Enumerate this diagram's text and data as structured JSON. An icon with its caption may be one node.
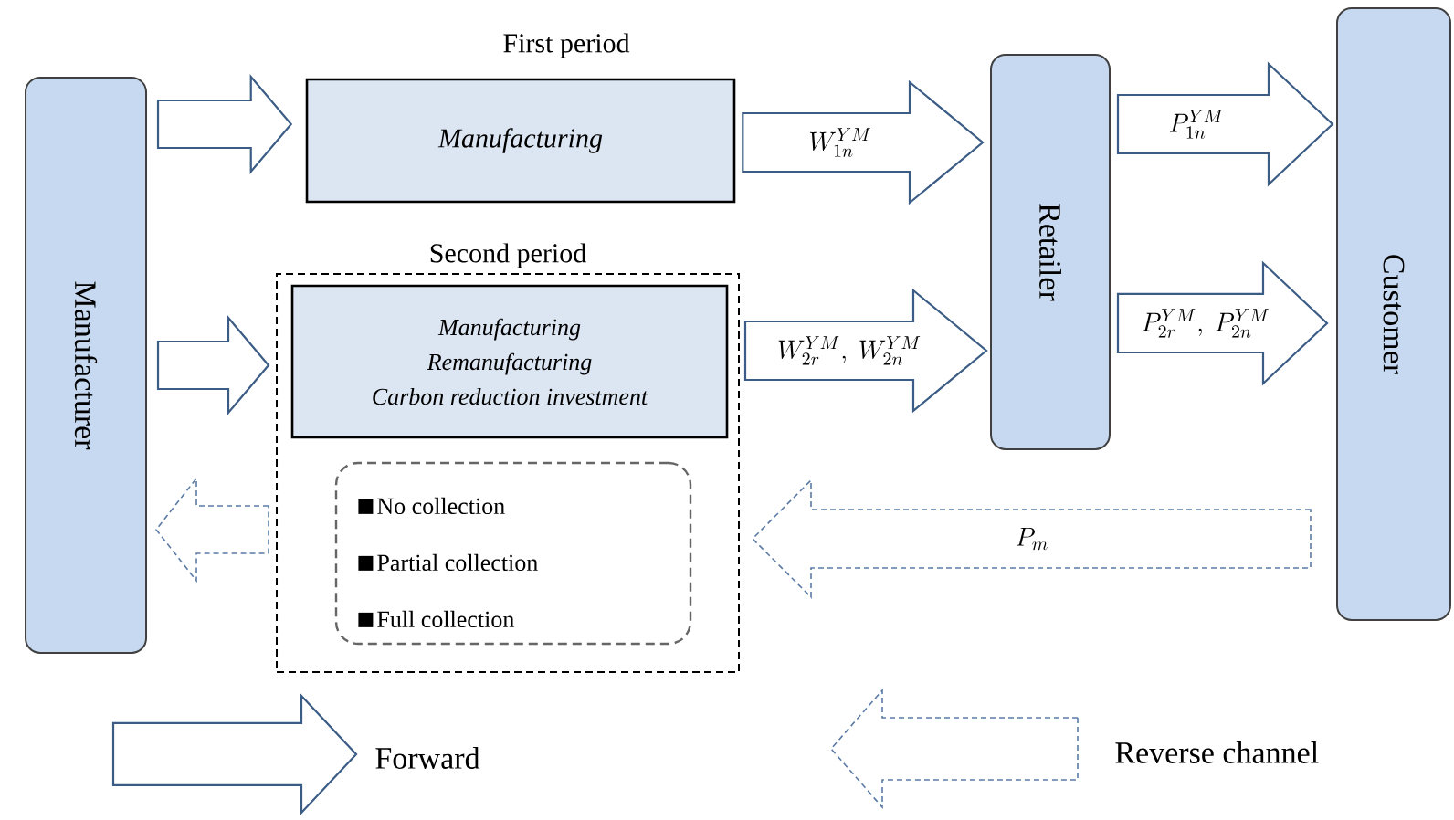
{
  "diagram": {
    "nodes": [
      {
        "text": [
          "Manufacturer"
        ]
      },
      {
        "text": [
          "First period",
          "Manufacturing"
        ]
      },
      {
        "text": [
          "Second period"
        ]
      },
      {
        "text": [
          "Manufacturing",
          "Remanufacturing",
          "Carbon reduction investment"
        ],
        "in": 2
      },
      {
        "text": [
          "No collection",
          "Partial collection",
          "Full collection"
        ],
        "in": 2
      },
      {
        "text": [
          "Retailer"
        ]
      },
      {
        "text": [
          "Customer"
        ]
      }
    ],
    "edges": [
      {
        "from": 0,
        "to": 1,
        "arrow": "to"
      },
      {
        "from": 0,
        "to": 2,
        "arrow": "to"
      },
      {
        "from": 1,
        "to": 5,
        "arrow": "to",
        "label": "W_{1n}^{YM}"
      },
      {
        "from": 2,
        "to": 5,
        "arrow": "to",
        "label": "W_{2r}^{YM},\\ W_{2n}^{YM}"
      },
      {
        "from": 5,
        "to": 6,
        "arrow": "to",
        "label": "P_{1n}^{YM}"
      },
      {
        "from": 5,
        "to": 6,
        "arrow": "to",
        "label": "P_{2r}^{YM},\\ P_{2n}^{YM}"
      },
      {
        "from": 6,
        "to": 2,
        "arrow": "to",
        "style": "dashed",
        "label": "P_m"
      },
      {
        "from": 2,
        "to": 0,
        "arrow": "to",
        "style": "dashed"
      }
    ],
    "legend": [
      {
        "text": "Forward"
      },
      {
        "text": "Reverse channel"
      }
    ]
  }
}
